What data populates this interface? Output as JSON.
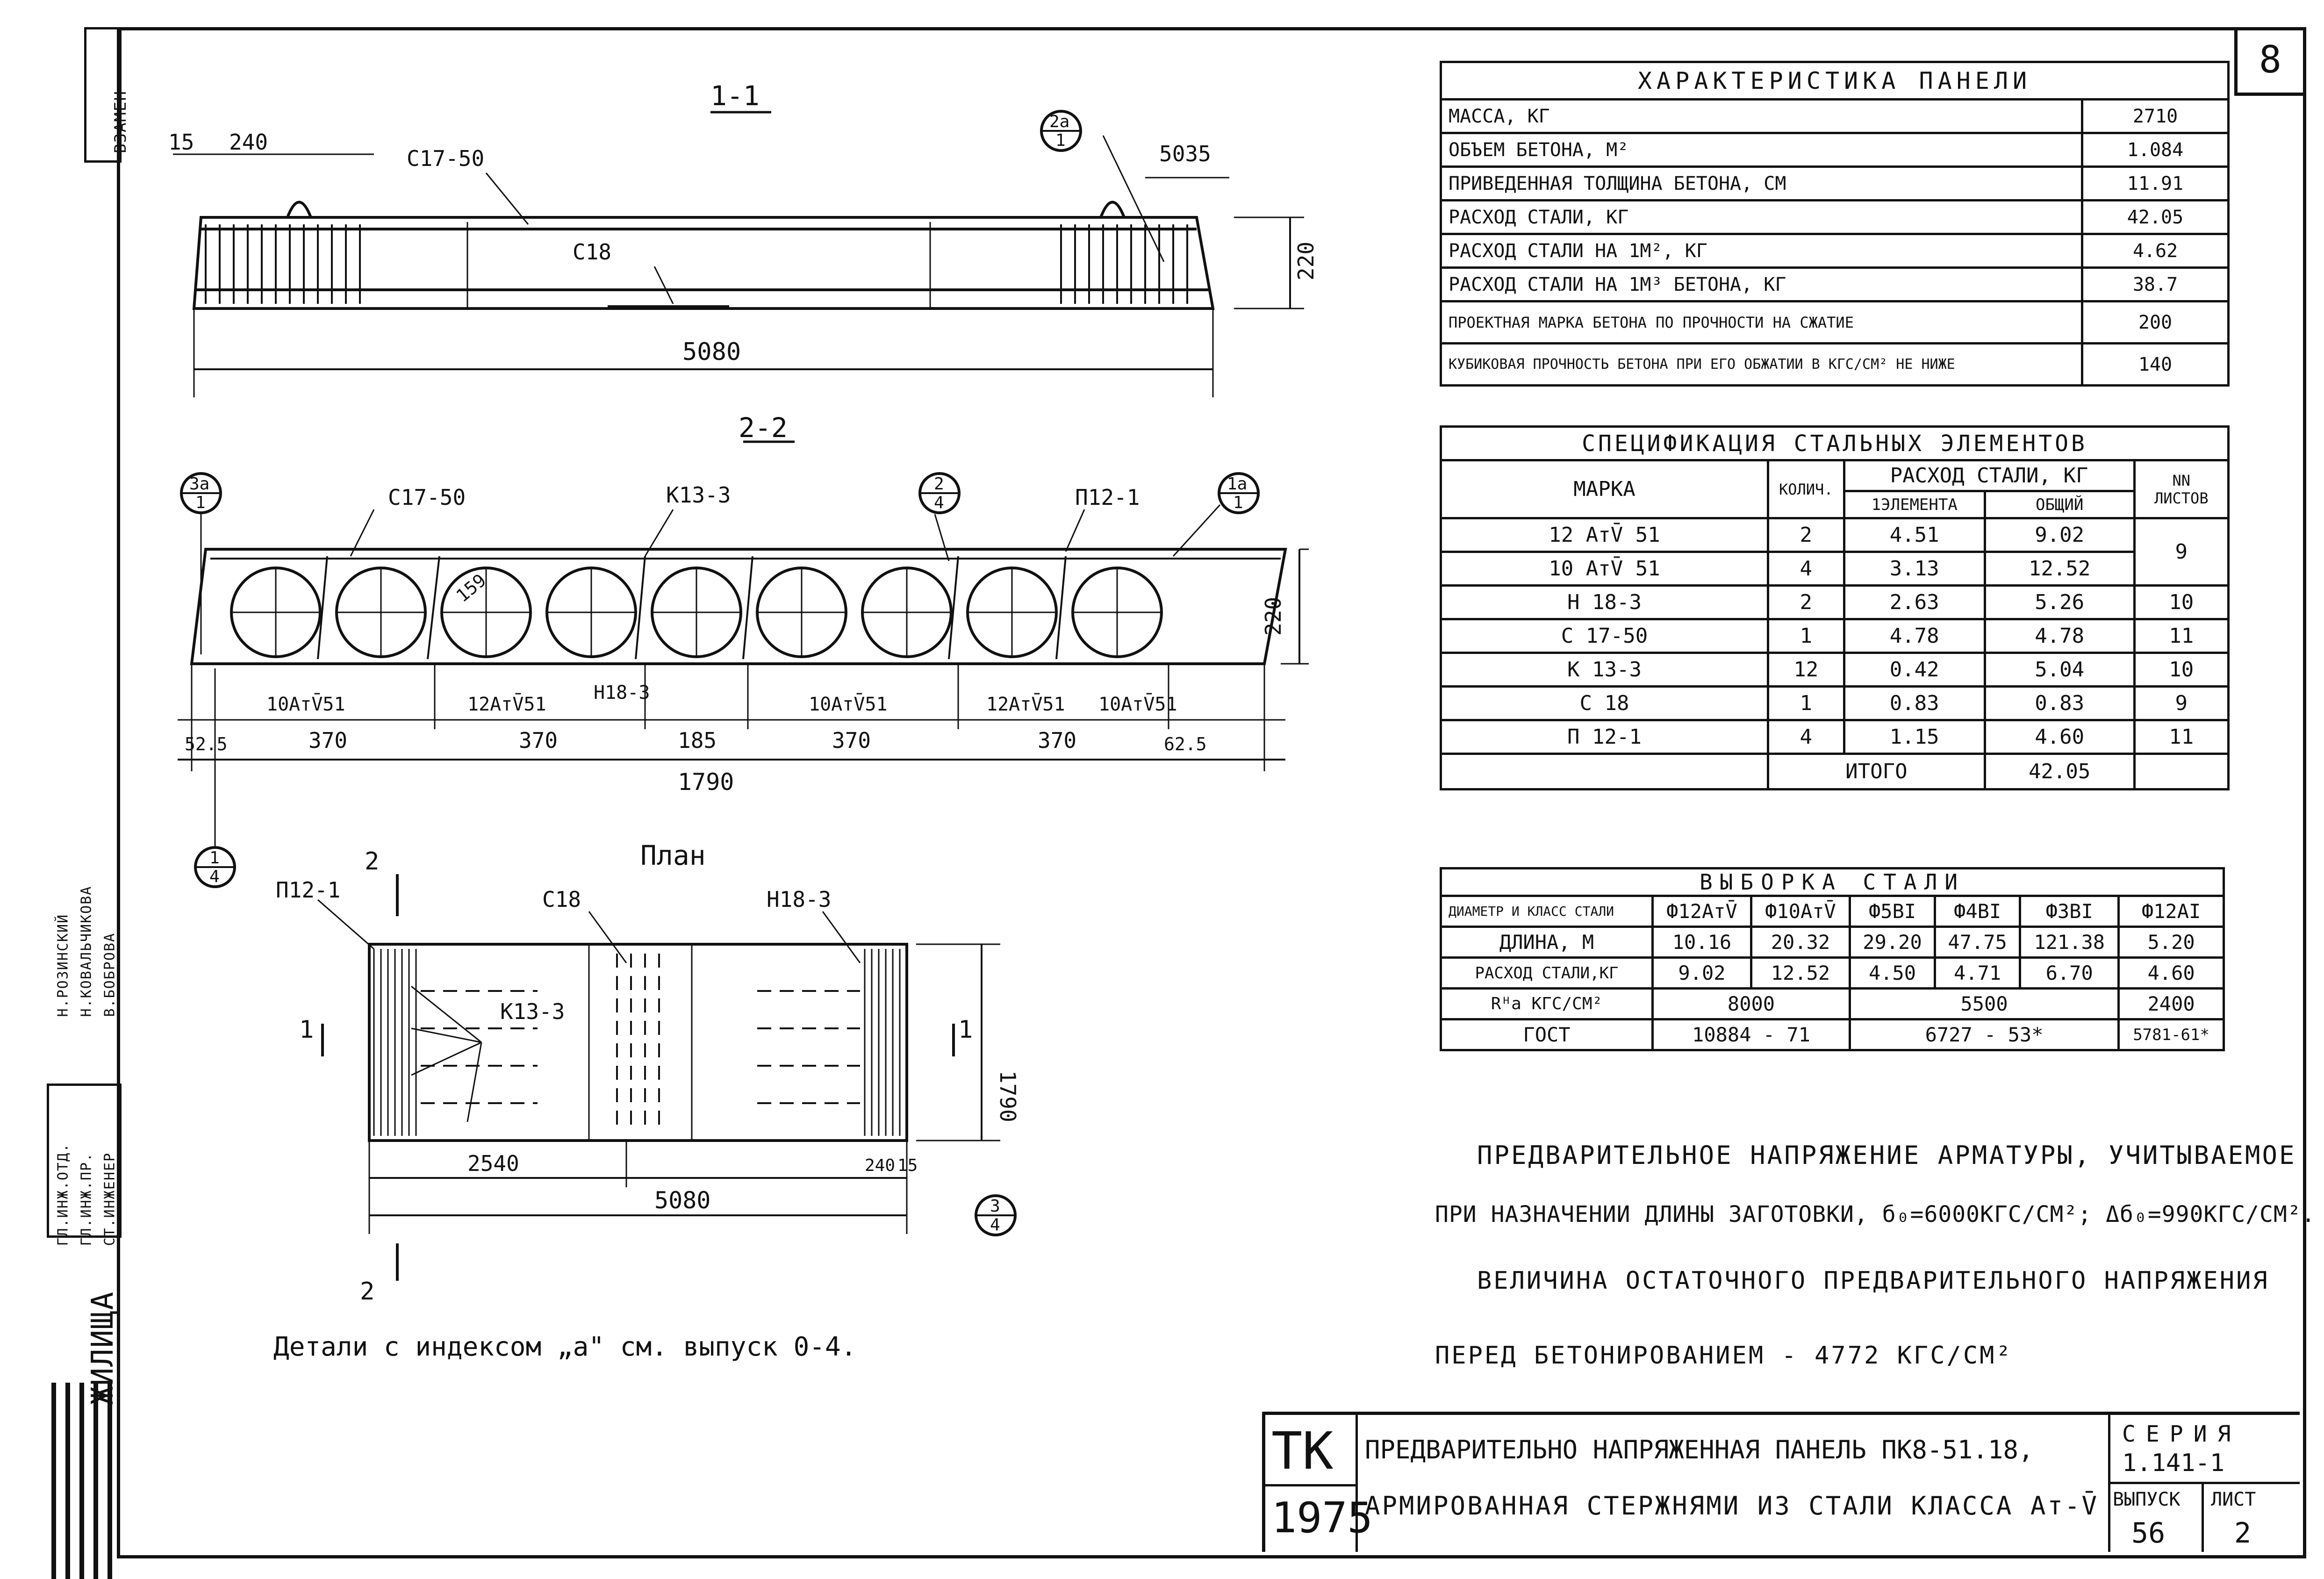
{
  "sheet": {
    "number": "8"
  },
  "stamp_left": {
    "vzamen": "ВЗАМЕН",
    "roles": [
      "ГЛ.ИНЖ.ОТД.",
      "ГЛ.ИНЖ.ПР.",
      "СТ.ИНЖЕНЕР"
    ],
    "names": [
      "Н.РОЗИНСКИЙ",
      "Н.КОВАЛЬЧИКОВА",
      "В.БОБРОВА"
    ],
    "org": "ЖИЛИЩА"
  },
  "drawing": {
    "section1_title": "1-1",
    "section2_title": "2-2",
    "plan_title": "План",
    "s1": {
      "dim_15": "15",
      "dim_240": "240",
      "label_c1750": "С17-50",
      "label_c18": "С18",
      "dim_5035": "5035",
      "dim_220": "220",
      "dim_5080": "5080",
      "callout_top": "2а",
      "callout_bottom": "1"
    },
    "s2": {
      "label_c1750": "С17-50",
      "label_k133": "К13-3",
      "label_p121": "П12-1",
      "dim_220": "220",
      "dim_159": "159",
      "rebar_labels": [
        "10АтV̄51",
        "12АтV̄51",
        "Н18-3",
        "10АтV̄51",
        "12АтV̄51",
        "10АтV̄51"
      ],
      "dims_bottom": [
        "52.5",
        "370",
        "370",
        "185",
        "370",
        "370",
        "62.5"
      ],
      "dim_total": "1790",
      "callouts": [
        {
          "top": "3а",
          "bottom": "1"
        },
        {
          "top": "2",
          "bottom": "4"
        },
        {
          "top": "1а",
          "bottom": "1"
        },
        {
          "top": "1",
          "bottom": "4"
        }
      ]
    },
    "plan": {
      "label_p121": "П12-1",
      "label_c18": "С18",
      "label_h183": "Н18-3",
      "label_k133": "К13-3",
      "cut_2": "2",
      "cut_1": "1",
      "dim_1790": "1790",
      "dim_2540": "2540",
      "dim_240": "240",
      "dim_15": "15",
      "dim_5080": "5080",
      "callout": {
        "top": "3",
        "bottom": "4"
      }
    },
    "details_note": "Детали с индексом „а\" см. выпуск 0-4."
  },
  "panel_characteristics": {
    "title": "ХАРАКТЕРИСТИКА ПАНЕЛИ",
    "rows": [
      {
        "label": "МАССА, КГ",
        "value": "2710"
      },
      {
        "label": "ОБЪЕМ БЕТОНА, М²",
        "value": "1.084"
      },
      {
        "label": "ПРИВЕДЕННАЯ ТОЛЩИНА БЕТОНА, СМ",
        "value": "11.91"
      },
      {
        "label": "РАСХОД СТАЛИ, КГ",
        "value": "42.05"
      },
      {
        "label": "РАСХОД СТАЛИ НА 1М², КГ",
        "value": "4.62"
      },
      {
        "label": "РАСХОД СТАЛИ НА 1М³ БЕТОНА, КГ",
        "value": "38.7"
      },
      {
        "label": "ПРОЕКТНАЯ МАРКА БЕТОНА ПО ПРОЧНОСТИ НА СЖАТИЕ",
        "value": "200"
      },
      {
        "label": "КУБИКОВАЯ ПРОЧНОСТЬ БЕТОНА ПРИ ЕГО ОБЖАТИИ В КГС/СМ² НЕ НИЖЕ",
        "value": "140"
      }
    ]
  },
  "steel_spec": {
    "title": "СПЕЦИФИКАЦИЯ СТАЛЬНЫХ ЭЛЕМЕНТОВ",
    "headers": {
      "mark": "МАРКА",
      "qty": "КОЛИЧ.",
      "consumption": "РАСХОД СТАЛИ, КГ",
      "per_element": "1ЭЛЕМЕНТА",
      "total": "ОБЩИЙ",
      "sheets": "NN ЛИСТОВ"
    },
    "rows": [
      {
        "mark": "12 АтV̄ 51",
        "qty": "2",
        "per": "4.51",
        "total": "9.02",
        "sheet": "9"
      },
      {
        "mark": "10 АтV̄ 51",
        "qty": "4",
        "per": "3.13",
        "total": "12.52",
        "sheet": ""
      },
      {
        "mark": "Н 18-3",
        "qty": "2",
        "per": "2.63",
        "total": "5.26",
        "sheet": "10"
      },
      {
        "mark": "С 17-50",
        "qty": "1",
        "per": "4.78",
        "total": "4.78",
        "sheet": "11"
      },
      {
        "mark": "К 13-3",
        "qty": "12",
        "per": "0.42",
        "total": "5.04",
        "sheet": "10"
      },
      {
        "mark": "С 18",
        "qty": "1",
        "per": "0.83",
        "total": "0.83",
        "sheet": "9"
      },
      {
        "mark": "П 12-1",
        "qty": "4",
        "per": "1.15",
        "total": "4.60",
        "sheet": "11"
      }
    ],
    "total_label": "ИТОГО",
    "total_value": "42.05"
  },
  "steel_selection": {
    "title": "ВЫБОРКА СТАЛИ",
    "corner": "ДИАМЕТР И КЛАСС СТАЛИ",
    "columns": [
      "Ф12АтV̄",
      "Ф10АтV̄",
      "Ф5ВI",
      "Ф4ВI",
      "Ф3ВI",
      "Ф12АI"
    ],
    "length_label": "ДЛИНА, М",
    "lengths": [
      "10.16",
      "20.32",
      "29.20",
      "47.75",
      "121.38",
      "5.20"
    ],
    "mass_label": "РАСХОД СТАЛИ,КГ",
    "masses": [
      "9.02",
      "12.52",
      "4.50",
      "4.71",
      "6.70",
      "4.60"
    ],
    "ra_label": "Rᴴа КГС/СМ²",
    "ra_values": [
      "8000",
      "5500",
      "2400"
    ],
    "gost_label": "ГОСТ",
    "gost_values": [
      "10884 - 71",
      "6727 - 53*",
      "5781-61*"
    ]
  },
  "notes": [
    "ПРЕДВАРИТЕЛЬНОЕ НАПРЯЖЕНИЕ АРМАТУРЫ, УЧИТЫВАЕМОЕ",
    "ПРИ НАЗНАЧЕНИИ ДЛИНЫ ЗАГОТОВКИ, б₀=6000КГС/СМ²; Δб₀=990КГС/СМ².",
    "ВЕЛИЧИНА ОСТАТОЧНОГО ПРЕДВАРИТЕЛЬНОГО НАПРЯЖЕНИЯ",
    "ПЕРЕД БЕТОНИРОВАНИЕМ - 4772 КГС/СМ²"
  ],
  "title_block": {
    "org": "ТК",
    "year": "1975",
    "title_line1": "ПРЕДВАРИТЕЛЬНО НАПРЯЖЕННАЯ ПАНЕЛЬ ПК8-51.18,",
    "title_line2": "АРМИРОВАННАЯ СТЕРЖНЯМИ ИЗ СТАЛИ КЛАССА Ат-V̄",
    "series_label": "СЕРИЯ",
    "series_value": "1.141-1",
    "issue_label": "ВЫПУСК",
    "issue_value": "56",
    "sheet_label": "ЛИСТ",
    "sheet_value": "2"
  }
}
